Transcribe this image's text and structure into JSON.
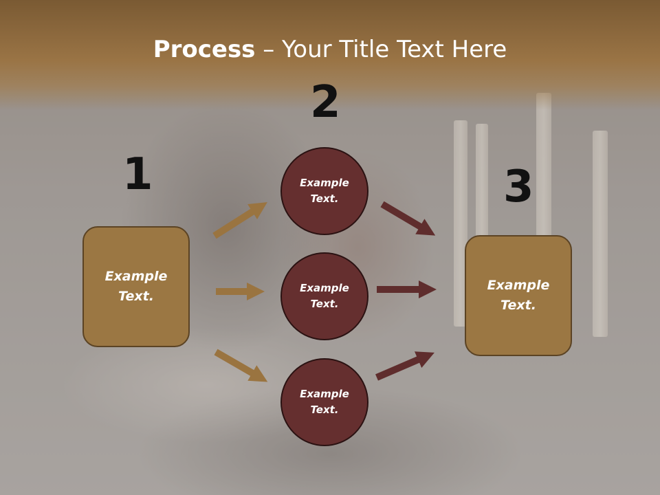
{
  "title": {
    "bold": "Process",
    "rest": " – Your Title Text Here"
  },
  "steps": [
    {
      "number": "1",
      "label": "Example Text."
    },
    {
      "number": "2",
      "items": [
        "Example Text.",
        "Example Text.",
        "Example Text."
      ]
    },
    {
      "number": "3",
      "label": "Example Text."
    }
  ],
  "colors": {
    "header": "#9a7445",
    "box_fill": "#9b7743",
    "circle_fill": "#652f2f",
    "arrow_in": "#9a7440",
    "arrow_out": "#5f2d2d"
  }
}
